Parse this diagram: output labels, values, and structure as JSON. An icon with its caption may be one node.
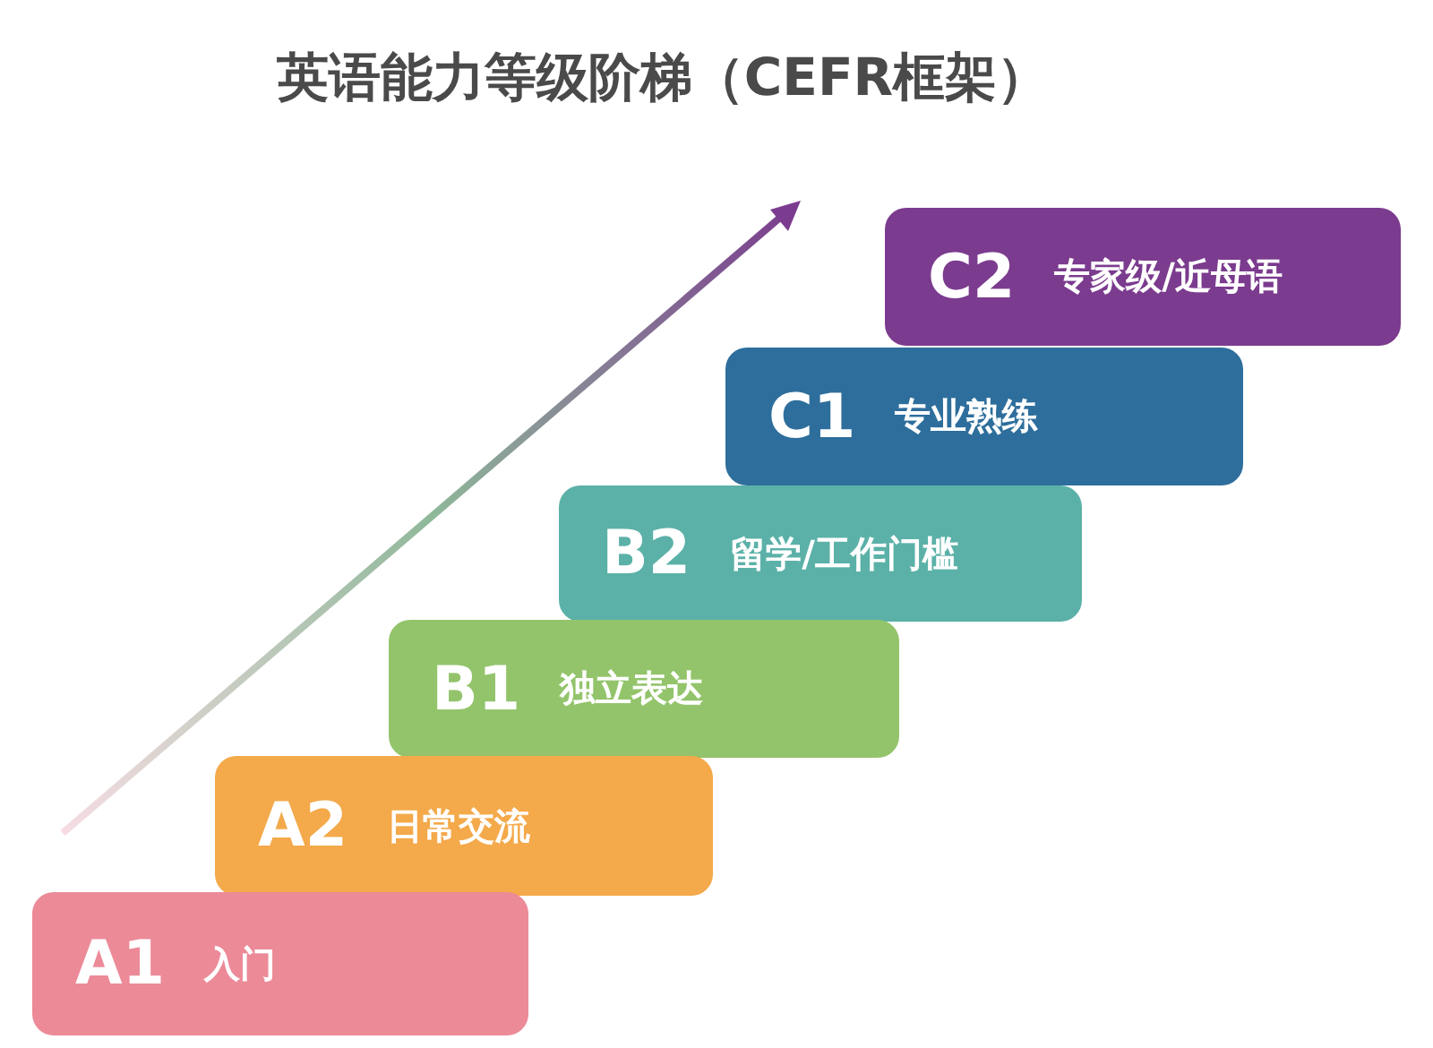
{
  "diagram": {
    "title": "英语能力等级阶梯（CEFR框架）",
    "nodes": [
      {
        "text": [
          "A1",
          "入门"
        ]
      },
      {
        "text": [
          "A2",
          "日常交流"
        ]
      },
      {
        "text": [
          "B1",
          "独立表达"
        ]
      },
      {
        "text": [
          "B2",
          "留学/工作门槛"
        ]
      },
      {
        "text": [
          "C1",
          "专业熟练"
        ]
      },
      {
        "text": [
          "C2",
          "专家级/近母语"
        ]
      }
    ]
  }
}
